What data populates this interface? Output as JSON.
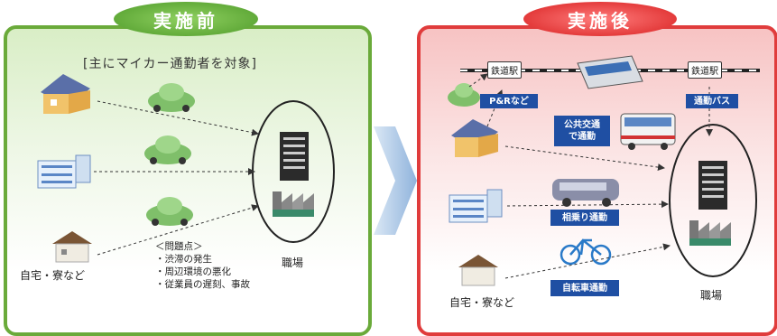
{
  "before": {
    "title": "実施前",
    "subtitle": "[主にマイカー通勤者を対象]",
    "home_label": "自宅・寮など",
    "workplace_label": "職場",
    "problems_heading": "＜問題点＞",
    "problems": [
      "・渋滞の発生",
      "・周辺環境の悪化",
      "・従業員の遅刻、事故"
    ]
  },
  "after": {
    "title": "実施後",
    "station_left": "鉄道駅",
    "station_right": "鉄道駅",
    "park_ride": "P&Rなど",
    "commuter_bus": "通勤バス",
    "public_transit": "公共交通\nで通勤",
    "carpool": "相乗り通勤",
    "bicycle": "自転車通勤",
    "home_label": "自宅・寮など",
    "workplace_label": "職場"
  },
  "colors": {
    "before_accent": "#6aaa3a",
    "after_accent": "#e03c3c",
    "label_box": "#1f4fa3"
  }
}
